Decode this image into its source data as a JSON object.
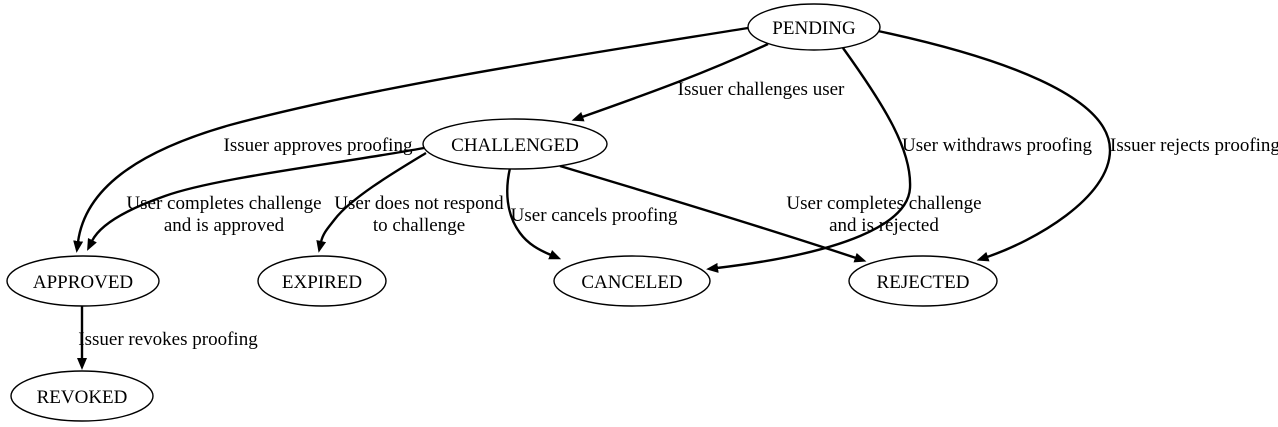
{
  "diagram": {
    "type": "state-transition-graph",
    "background_color": "#ffffff",
    "line_color": "#000000",
    "node_fill_color": "#ffffff",
    "nodes": [
      {
        "id": "pending",
        "label": "PENDING"
      },
      {
        "id": "challenged",
        "label": "CHALLENGED"
      },
      {
        "id": "approved",
        "label": "APPROVED"
      },
      {
        "id": "expired",
        "label": "EXPIRED"
      },
      {
        "id": "canceled",
        "label": "CANCELED"
      },
      {
        "id": "rejected",
        "label": "REJECTED"
      },
      {
        "id": "revoked",
        "label": "REVOKED"
      }
    ],
    "edges": [
      {
        "from": "PENDING",
        "to": "CHALLENGED",
        "label": "Issuer challenges user"
      },
      {
        "from": "PENDING",
        "to": "APPROVED",
        "label": "Issuer approves proofing"
      },
      {
        "from": "PENDING",
        "to": "CANCELED",
        "label": "User withdraws proofing"
      },
      {
        "from": "PENDING",
        "to": "REJECTED",
        "label": "Issuer rejects proofing"
      },
      {
        "from": "CHALLENGED",
        "to": "APPROVED",
        "label": "User completes challenge and is approved",
        "label_lines": [
          "User completes challenge",
          "and is approved"
        ]
      },
      {
        "from": "CHALLENGED",
        "to": "EXPIRED",
        "label": "User does not respond to challenge",
        "label_lines": [
          "User does not respond",
          "to challenge"
        ]
      },
      {
        "from": "CHALLENGED",
        "to": "CANCELED",
        "label": "User cancels proofing"
      },
      {
        "from": "CHALLENGED",
        "to": "REJECTED",
        "label": "User completes challenge and is rejected",
        "label_lines": [
          "User completes challenge",
          "and is rejected"
        ]
      },
      {
        "from": "APPROVED",
        "to": "REVOKED",
        "label": "Issuer revokes proofing"
      }
    ]
  }
}
